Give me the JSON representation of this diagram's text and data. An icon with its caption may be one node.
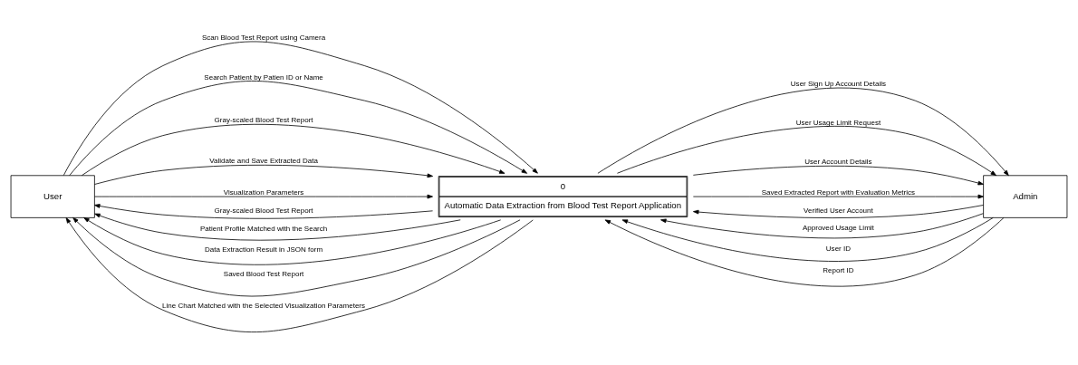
{
  "diagram": {
    "nodes": [
      {
        "text": [
          "User"
        ]
      },
      {
        "text": [
          "0",
          "Automatic Data Extraction from Blood Test Report Application"
        ]
      },
      {
        "text": [
          "Admin"
        ]
      }
    ],
    "edges": [
      {
        "from": 0,
        "to": 1,
        "arrow": "to",
        "label": "Scan Blood Test Report using Camera"
      },
      {
        "from": 1,
        "to": 0,
        "arrow": "to",
        "label": "Gray-scaled Blood Test Report"
      },
      {
        "from": 0,
        "to": 1,
        "arrow": "to",
        "label": "Search Patient by Patien ID or Name"
      },
      {
        "from": 1,
        "to": 0,
        "arrow": "to",
        "label": "Patient Profile Matched with the Search"
      },
      {
        "from": 0,
        "to": 1,
        "arrow": "to",
        "label": "Gray-scaled Blood Test Report"
      },
      {
        "from": 1,
        "to": 0,
        "arrow": "to",
        "label": "Data Extraction Result in JSON form"
      },
      {
        "from": 0,
        "to": 1,
        "arrow": "to",
        "label": "Validate and Save Extracted Data"
      },
      {
        "from": 1,
        "to": 0,
        "arrow": "to",
        "label": "Saved Blood Test Report"
      },
      {
        "from": 0,
        "to": 1,
        "arrow": "to",
        "label": "Visualization Parameters"
      },
      {
        "from": 1,
        "to": 0,
        "arrow": "to",
        "label": "Line Chart Matched with the Selected Visualization Parameters"
      },
      {
        "from": 1,
        "to": 2,
        "arrow": "to",
        "label": "User Sign Up Account Details"
      },
      {
        "from": 2,
        "to": 1,
        "arrow": "to",
        "label": "Verified User Account"
      },
      {
        "from": 1,
        "to": 2,
        "arrow": "to",
        "label": "User Usage Limit Request"
      },
      {
        "from": 2,
        "to": 1,
        "arrow": "to",
        "label": "Approved Usage Limit"
      },
      {
        "from": 1,
        "to": 2,
        "arrow": "to",
        "label": "User Account Details"
      },
      {
        "from": 2,
        "to": 1,
        "arrow": "to",
        "label": "User ID"
      },
      {
        "from": 1,
        "to": 2,
        "arrow": "to",
        "label": "Saved Extracted Report with Evaluation Metrics"
      },
      {
        "from": 2,
        "to": 1,
        "arrow": "to",
        "label": "Report ID"
      }
    ]
  }
}
